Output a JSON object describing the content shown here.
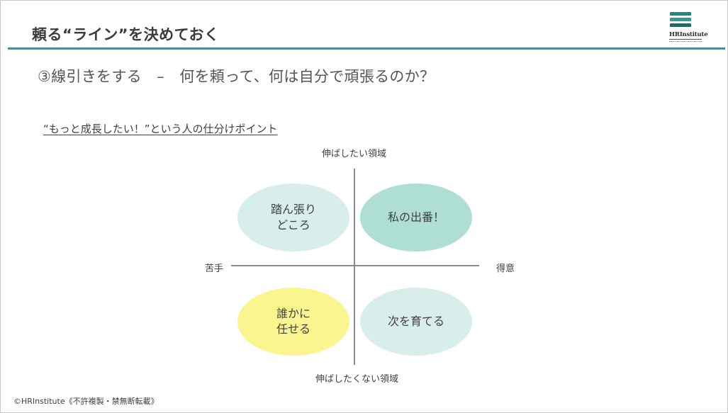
{
  "slide": {
    "title": "頼る“ライン”を決めておく",
    "subtitle": "③線引きをする　–　何を頼って、何は自分で頑張るのか？",
    "section_label": "“もっと成長したい！”という人の仕分けポイント",
    "logo_text": "HRInstitute",
    "accent_color": "#1ba1a9",
    "footer": "©HRInstitute《不許複製・禁無断転載》"
  },
  "matrix": {
    "axis_top": "伸ばしたい領域",
    "axis_bottom": "伸ばしたくない領域",
    "axis_left": "苦手",
    "axis_right": "得意",
    "quadrants": {
      "top_left": {
        "line1": "踏ん張り",
        "line2": "どころ",
        "color": "#d8eeea"
      },
      "top_right": {
        "line1": "私の出番！",
        "color": "#afdfd4"
      },
      "bottom_left": {
        "line1": "誰かに",
        "line2": "任せる",
        "color": "#fbf58f"
      },
      "bottom_right": {
        "line1": "次を育てる",
        "color": "#d8eeea"
      }
    }
  }
}
